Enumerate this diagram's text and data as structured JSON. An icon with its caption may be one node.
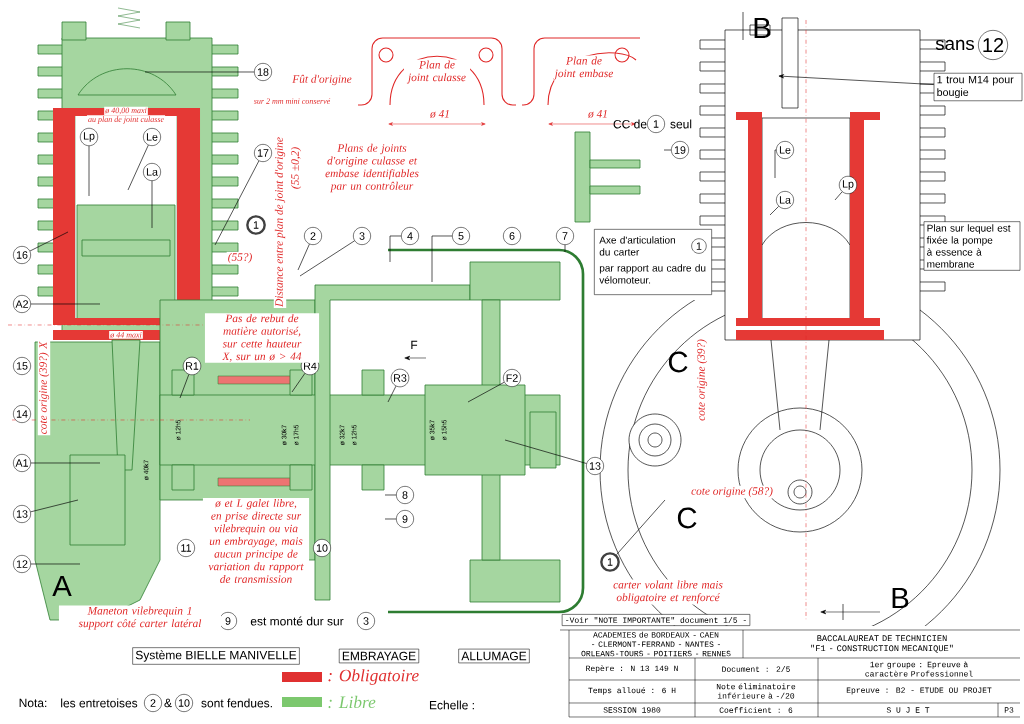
{
  "diagram": {
    "nodes": [
      {
        "text": [
          "18"
        ]
      },
      {
        "text": [
          "17"
        ]
      },
      {
        "text": [
          "1"
        ]
      },
      {
        "text": [
          "2"
        ]
      },
      {
        "text": [
          "3"
        ]
      },
      {
        "text": [
          "4"
        ]
      },
      {
        "text": [
          "5"
        ]
      },
      {
        "text": [
          "6"
        ]
      },
      {
        "text": [
          "7"
        ]
      },
      {
        "text": [
          "Lp"
        ]
      },
      {
        "text": [
          "Le"
        ]
      },
      {
        "text": [
          "La"
        ]
      },
      {
        "text": [
          "16"
        ]
      },
      {
        "text": [
          "A2"
        ]
      },
      {
        "text": [
          "15"
        ]
      },
      {
        "text": [
          "R1"
        ]
      },
      {
        "text": [
          "R4"
        ]
      },
      {
        "text": [
          "R3"
        ]
      },
      {
        "text": [
          "F2"
        ]
      },
      {
        "text": [
          "14"
        ]
      },
      {
        "text": [
          "A1"
        ]
      },
      {
        "text": [
          "13"
        ]
      },
      {
        "text": [
          "12"
        ]
      },
      {
        "text": [
          "11"
        ]
      },
      {
        "text": [
          "10"
        ]
      },
      {
        "text": [
          "8"
        ]
      },
      {
        "text": [
          "9"
        ]
      },
      {
        "text": [
          "13"
        ]
      },
      {
        "text": [
          "19"
        ]
      },
      {
        "text": [
          "Le"
        ]
      },
      {
        "text": [
          "La"
        ]
      },
      {
        "text": [
          "Lp"
        ]
      },
      {
        "text": [
          "1"
        ]
      },
      {
        "text": [
          "12"
        ]
      },
      {
        "text": [
          "1"
        ]
      },
      {
        "text": [
          "Axe d'articulation du carter",
          "par rapport au cadre du vélomoteur."
        ]
      },
      {
        "text": [
          "1"
        ],
        "in": 35
      },
      {
        "text": [
          "1 trou M14 pour bougie"
        ]
      },
      {
        "text": [
          "Plan sur lequel est fixée la pompe à essence à membrane"
        ]
      },
      {
        "text": [
          "9"
        ]
      },
      {
        "text": [
          "3"
        ]
      },
      {
        "text": [
          "Système BIELLE MANIVELLE"
        ]
      },
      {
        "text": [
          "EMBRAYAGE"
        ]
      },
      {
        "text": [
          "ALLUMAGE"
        ]
      },
      {
        "text": [
          "2"
        ]
      },
      {
        "text": [
          "10"
        ]
      },
      {
        "text": [
          "-Voir \"NOTE IMPORTANTE\" document 1/5 -"
        ]
      }
    ],
    "edges": [
      {
        "from": 0,
        "to": null,
        "arrow": "none"
      },
      {
        "from": 1,
        "to": null,
        "arrow": "none"
      },
      {
        "from": 3,
        "to": null,
        "arrow": "none"
      },
      {
        "from": 4,
        "to": null,
        "arrow": "none"
      },
      {
        "from": 5,
        "to": null,
        "arrow": "none"
      },
      {
        "from": 6,
        "to": null,
        "arrow": "none"
      },
      {
        "from": 8,
        "to": null,
        "arrow": "none"
      },
      {
        "from": 9,
        "to": null,
        "arrow": "none"
      },
      {
        "from": 10,
        "to": null,
        "arrow": "none"
      },
      {
        "from": 11,
        "to": null,
        "arrow": "none"
      },
      {
        "from": 12,
        "to": null,
        "arrow": "none"
      },
      {
        "from": 13,
        "to": null,
        "arrow": "none"
      },
      {
        "from": 15,
        "to": null,
        "arrow": "none"
      },
      {
        "from": 16,
        "to": null,
        "arrow": "none"
      },
      {
        "from": 17,
        "to": null,
        "arrow": "none"
      },
      {
        "from": 18,
        "to": null,
        "arrow": "none"
      },
      {
        "from": 20,
        "to": null,
        "arrow": "none"
      },
      {
        "from": 21,
        "to": null,
        "arrow": "none"
      },
      {
        "from": 22,
        "to": null,
        "arrow": "none"
      },
      {
        "from": 25,
        "to": null,
        "arrow": "none"
      },
      {
        "from": 26,
        "to": null,
        "arrow": "none"
      },
      {
        "from": 27,
        "to": null,
        "arrow": "none"
      },
      {
        "from": 28,
        "to": null,
        "arrow": "none"
      },
      {
        "from": 29,
        "to": null,
        "arrow": "none"
      },
      {
        "from": 30,
        "to": null,
        "arrow": "none"
      },
      {
        "from": 31,
        "to": null,
        "arrow": "none"
      },
      {
        "from": 32,
        "to": null,
        "arrow": "none"
      },
      {
        "from": 37,
        "to": null,
        "arrow": "to"
      }
    ],
    "labels": [
      "Fût d'origine",
      "sur 2 mm mini conservé",
      "ø 40,00 maxi",
      "au plan de joint culasse",
      "Plan de joint culasse",
      "ø 41",
      "Plan de joint embase",
      "ø 41",
      "CC de",
      "seul",
      "Plans de joints d'origine culasse et embase identifiables par un contrôleur",
      "Distance entre plan de joint d'origine",
      "(55 ±0,2)",
      "(55?)",
      "ø 44 maxi",
      "Pas de rebut de matière autorisé, sur cette hauteur X, sur un ø > 44",
      "cote origine (39?) X",
      "ø 12h5",
      "ø 40k7",
      "ø 30k7",
      "ø 17h5",
      "ø 32k7",
      "ø 12h5",
      "ø 35k7",
      "ø 15h5",
      "F",
      "ø et L galet libre, en prise directe sur vilebrequin ou via un embrayage, mais aucun principe de variation du rapport de transmission",
      "Maneton vilebrequin 1 support côté carter latéral",
      "A",
      "est monté dur sur",
      "Nota:",
      "les entretoises",
      "&",
      "sont fendues.",
      "Echelle :",
      "carter volant libre mais obligatoire et renforcé",
      "cote origine (58?)",
      "cote origine (39?)",
      "C",
      "C",
      "B",
      "B",
      "sans",
      "ACADEMIES de BORDEAUX - CAEN - CLERMONT-FERRAND - NANTES - ORLEANS-TOURS - POITIERS - RENNES",
      "BACCALAUREAT DE TECHNICIEN \"F1 - CONSTRUCTION MECANIQUE\"",
      "Repère : N 13 149 N",
      "Document : 2/5",
      "1er groupe : Epreuve à caractère Professionnel",
      "Temps alloué : 6 H",
      "Note éliminatoire inférieure à -/20",
      "Epreuve : B2 - ETUDE OU PROJET",
      "SESSION 1980",
      "Coefficient : 6",
      "S U J E T",
      "P3"
    ],
    "legend": [
      {
        "text": ": Obligatoire",
        "color": "#e03030"
      },
      {
        "text": ": Libre",
        "color": "#7cc86e"
      }
    ]
  }
}
